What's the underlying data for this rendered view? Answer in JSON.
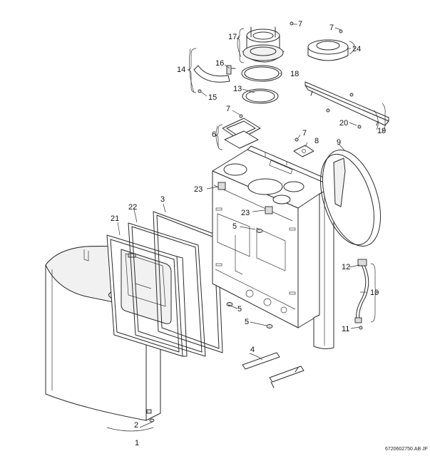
{
  "callouts": [
    {
      "id": "c1",
      "text": "1"
    },
    {
      "id": "c2",
      "text": "2"
    },
    {
      "id": "c3",
      "text": "3"
    },
    {
      "id": "c4",
      "text": "4"
    },
    {
      "id": "c5a",
      "text": "5"
    },
    {
      "id": "c5b",
      "text": "5"
    },
    {
      "id": "c5c",
      "text": "5"
    },
    {
      "id": "c6",
      "text": "6"
    },
    {
      "id": "c7a",
      "text": "7"
    },
    {
      "id": "c7b",
      "text": "7"
    },
    {
      "id": "c7c",
      "text": "7"
    },
    {
      "id": "c7d",
      "text": "7"
    },
    {
      "id": "c8",
      "text": "8"
    },
    {
      "id": "c9",
      "text": "9"
    },
    {
      "id": "c10",
      "text": "10"
    },
    {
      "id": "c11",
      "text": "11"
    },
    {
      "id": "c12",
      "text": "12"
    },
    {
      "id": "c13",
      "text": "13"
    },
    {
      "id": "c14",
      "text": "14"
    },
    {
      "id": "c15",
      "text": "15"
    },
    {
      "id": "c16",
      "text": "16"
    },
    {
      "id": "c17",
      "text": "17"
    },
    {
      "id": "c18",
      "text": "18"
    },
    {
      "id": "c19",
      "text": "19"
    },
    {
      "id": "c20",
      "text": "20"
    },
    {
      "id": "c21",
      "text": "21"
    },
    {
      "id": "c22",
      "text": "22"
    },
    {
      "id": "c23a",
      "text": "23"
    },
    {
      "id": "c23b",
      "text": "23"
    },
    {
      "id": "c24",
      "text": "24"
    }
  ],
  "drawing_code": "6720602750.AB JF"
}
